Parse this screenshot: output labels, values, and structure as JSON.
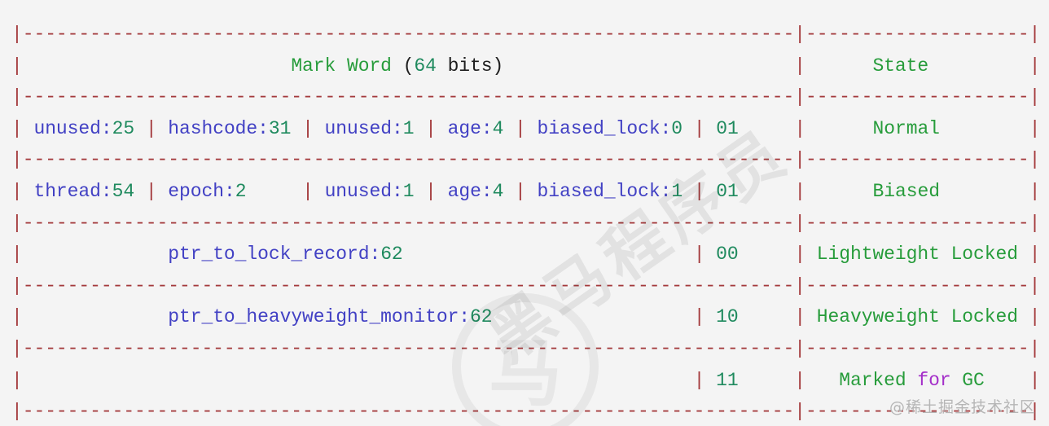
{
  "palette": {
    "background": "#f4f4f4",
    "border": "#a43a3c",
    "name": "#4241c4",
    "num": "#1f8a5e",
    "green": "#279c3b",
    "purple": "#a42fc9",
    "dark": "#1e1e1e",
    "watermark_text": "rgba(40,40,40,0.09)",
    "watermark_ring": "rgba(40,40,40,0.06)",
    "attribution": "#b6b6b6"
  },
  "grid": {
    "main_dashes": 69,
    "state_dashes": 20,
    "line_chars": 92
  },
  "semantic": {
    "title": "Mark Word (64 bits)",
    "state_header": "State",
    "states": [
      {
        "state": "Normal",
        "bits": "01",
        "fields": [
          "unused:25",
          "hashcode:31",
          "unused:1",
          "age:4",
          "biased_lock:0"
        ]
      },
      {
        "state": "Biased",
        "bits": "01",
        "fields": [
          "thread:54",
          "epoch:2",
          "unused:1",
          "age:4",
          "biased_lock:1"
        ]
      },
      {
        "state": "Lightweight Locked",
        "bits": "00",
        "fields": [
          "ptr_to_lock_record:62"
        ]
      },
      {
        "state": "Heavyweight Locked",
        "bits": "10",
        "fields": [
          "ptr_to_heavyweight_monitor:62"
        ]
      },
      {
        "state": "Marked for GC",
        "bits": "11",
        "fields": []
      }
    ]
  },
  "ascii_lines": [
    {
      "sep": true
    },
    {
      "segs": [
        [
          "border",
          "|"
        ],
        [
          "sp",
          24
        ],
        [
          "green",
          "Mark Word"
        ],
        [
          "dark",
          " ("
        ],
        [
          "num",
          "64"
        ],
        [
          "dark",
          " bits)"
        ],
        [
          "sp",
          26
        ],
        [
          "border",
          "|"
        ],
        [
          "sp",
          6
        ],
        [
          "green",
          "State"
        ],
        [
          "sp",
          9
        ],
        [
          "border",
          "|"
        ]
      ]
    },
    {
      "sep": true
    },
    {
      "segs": [
        [
          "border",
          "|"
        ],
        [
          "sp",
          1
        ],
        [
          "name",
          "unused:"
        ],
        [
          "num",
          "25"
        ],
        [
          "sp",
          1
        ],
        [
          "border",
          "|"
        ],
        [
          "sp",
          1
        ],
        [
          "name",
          "hashcode:"
        ],
        [
          "num",
          "31"
        ],
        [
          "sp",
          1
        ],
        [
          "border",
          "|"
        ],
        [
          "sp",
          1
        ],
        [
          "name",
          "unused:"
        ],
        [
          "num",
          "1"
        ],
        [
          "sp",
          1
        ],
        [
          "border",
          "|"
        ],
        [
          "sp",
          1
        ],
        [
          "name",
          "age:"
        ],
        [
          "num",
          "4"
        ],
        [
          "sp",
          1
        ],
        [
          "border",
          "|"
        ],
        [
          "sp",
          1
        ],
        [
          "name",
          "biased_lock:"
        ],
        [
          "num",
          "0"
        ],
        [
          "sp",
          1
        ],
        [
          "border",
          "|"
        ],
        [
          "sp",
          1
        ],
        [
          "num",
          "01"
        ],
        [
          "sp",
          5
        ],
        [
          "border",
          "|"
        ],
        [
          "sp",
          6
        ],
        [
          "green",
          "Normal"
        ],
        [
          "sp",
          8
        ],
        [
          "border",
          "|"
        ]
      ]
    },
    {
      "sep": true
    },
    {
      "segs": [
        [
          "border",
          "|"
        ],
        [
          "sp",
          1
        ],
        [
          "name",
          "thread:"
        ],
        [
          "num",
          "54"
        ],
        [
          "sp",
          1
        ],
        [
          "border",
          "|"
        ],
        [
          "sp",
          1
        ],
        [
          "name",
          "epoch:"
        ],
        [
          "num",
          "2"
        ],
        [
          "sp",
          5
        ],
        [
          "border",
          "|"
        ],
        [
          "sp",
          1
        ],
        [
          "name",
          "unused:"
        ],
        [
          "num",
          "1"
        ],
        [
          "sp",
          1
        ],
        [
          "border",
          "|"
        ],
        [
          "sp",
          1
        ],
        [
          "name",
          "age:"
        ],
        [
          "num",
          "4"
        ],
        [
          "sp",
          1
        ],
        [
          "border",
          "|"
        ],
        [
          "sp",
          1
        ],
        [
          "name",
          "biased_lock:"
        ],
        [
          "num",
          "1"
        ],
        [
          "sp",
          1
        ],
        [
          "border",
          "|"
        ],
        [
          "sp",
          1
        ],
        [
          "num",
          "01"
        ],
        [
          "sp",
          5
        ],
        [
          "border",
          "|"
        ],
        [
          "sp",
          6
        ],
        [
          "green",
          "Biased"
        ],
        [
          "sp",
          8
        ],
        [
          "border",
          "|"
        ]
      ]
    },
    {
      "sep": true
    },
    {
      "segs": [
        [
          "border",
          "|"
        ],
        [
          "sp",
          13
        ],
        [
          "name",
          "ptr_to_lock_record:"
        ],
        [
          "num",
          "62"
        ],
        [
          "sp",
          26
        ],
        [
          "border",
          "|"
        ],
        [
          "sp",
          1
        ],
        [
          "num",
          "00"
        ],
        [
          "sp",
          5
        ],
        [
          "border",
          "|"
        ],
        [
          "sp",
          1
        ],
        [
          "green",
          "Lightweight Locked"
        ],
        [
          "sp",
          1
        ],
        [
          "border",
          "|"
        ]
      ]
    },
    {
      "sep": true
    },
    {
      "segs": [
        [
          "border",
          "|"
        ],
        [
          "sp",
          13
        ],
        [
          "name",
          "ptr_to_heavyweight_monitor:"
        ],
        [
          "num",
          "62"
        ],
        [
          "sp",
          18
        ],
        [
          "border",
          "|"
        ],
        [
          "sp",
          1
        ],
        [
          "num",
          "10"
        ],
        [
          "sp",
          5
        ],
        [
          "border",
          "|"
        ],
        [
          "sp",
          1
        ],
        [
          "green",
          "Heavyweight Locked"
        ],
        [
          "sp",
          1
        ],
        [
          "border",
          "|"
        ]
      ]
    },
    {
      "sep": true
    },
    {
      "segs": [
        [
          "border",
          "|"
        ],
        [
          "sp",
          60
        ],
        [
          "border",
          "|"
        ],
        [
          "sp",
          1
        ],
        [
          "num",
          "11"
        ],
        [
          "sp",
          5
        ],
        [
          "border",
          "|"
        ],
        [
          "sp",
          3
        ],
        [
          "green",
          "Marked"
        ],
        [
          "sp",
          1
        ],
        [
          "purple",
          "for"
        ],
        [
          "sp",
          1
        ],
        [
          "green",
          "GC"
        ],
        [
          "sp",
          4
        ],
        [
          "border",
          "|"
        ]
      ]
    },
    {
      "sep": true
    }
  ],
  "watermark": {
    "text": "黑马程序员",
    "logo_glyph": "马"
  },
  "attribution": {
    "text": "@稀土掘金技术社区"
  }
}
